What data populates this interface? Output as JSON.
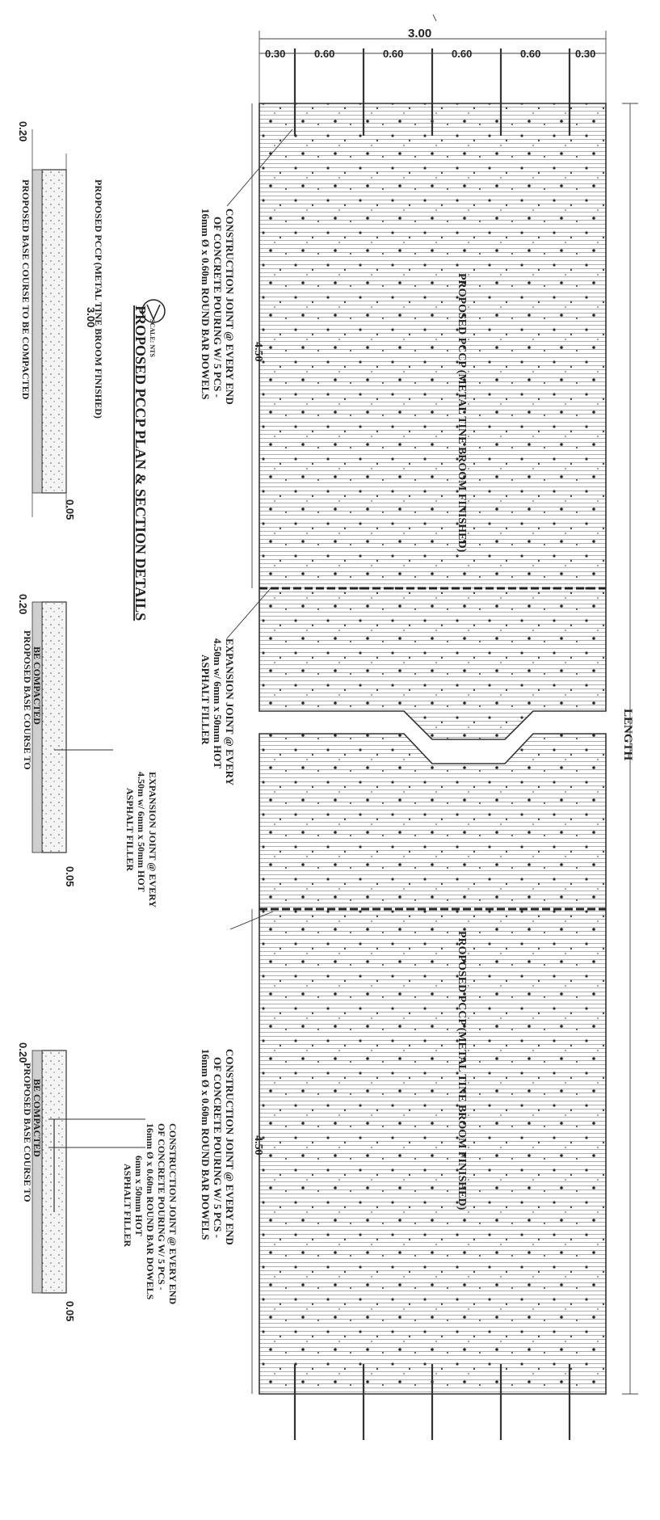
{
  "title": "PROPOSED PCCP PLAN & SECTION DETAILS",
  "scale": "SCALE: NTS",
  "plan": {
    "width_total": "3.00",
    "width_segments": [
      "0.30",
      "0.60",
      "0.60",
      "0.60",
      "0.60",
      "0.30"
    ],
    "length_label": "LENGTH",
    "slab_length_1": "4.50",
    "slab_length_2": "4.50",
    "slab_label": "PROPOSED PCCP (METAL TINE BROOM FINISHED)",
    "construction_joint_note": [
      "CONSTRUCTION JOINT @ EVERY END",
      "OF CONCRETE POURING W/ 5 PCS -",
      "16mm Ø x 0.60m ROUND BAR DOWELS"
    ],
    "expansion_joint_note": [
      "EXPANSION JOINT @ EVERY",
      "4.50m w/ 6mm x 50mm HOT",
      "ASPHALT FILLER"
    ]
  },
  "sections": {
    "section_1": {
      "thickness": "0.20",
      "base": "0.05",
      "width": "3.00",
      "pccp_label": "PROPOSED PCCP (METAL TINE BROOM FINISHED)",
      "base_label": "PROPOSED BASE COURSE TO BE COMPACTED"
    },
    "section_2": {
      "thickness": "0.20",
      "base": "0.05",
      "base_label_lines": [
        "PROPOSED BASE COURSE TO",
        "BE COMPACTED"
      ],
      "joint_note": [
        "EXPANSION JOINT @ EVERY",
        "4.50m w/ 6mm x 50mm HOT",
        "ASPHALT FILLER"
      ]
    },
    "section_3": {
      "thickness": "0.20",
      "base": "0.05",
      "base_label_lines": [
        "PROPOSED BASE COURSE TO",
        "BE COMPACTED"
      ],
      "joint_note": [
        "CONSTRUCTION JOINT @ EVERY END",
        "OF CONCRETE POURING W/ 5 PCS -",
        "16mm Ø x 0.60m ROUND BAR DOWELS",
        "6mm x 50mm HOT",
        "ASPHALT FILLER"
      ]
    }
  }
}
